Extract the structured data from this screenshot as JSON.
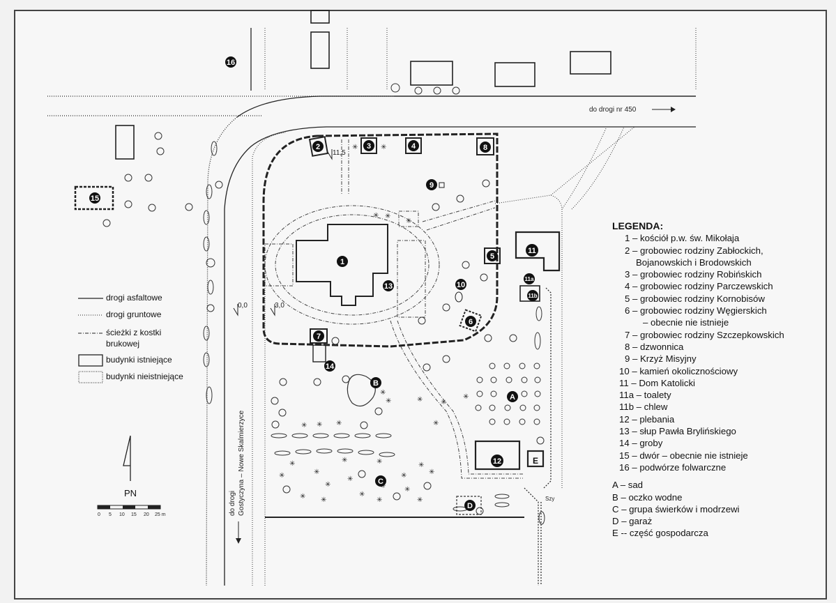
{
  "legend": {
    "title": "LEGENDA:",
    "items": [
      "1 – kościół p.w. św. Mikołaja",
      "2 – grobowiec rodziny Zabłockich,",
      "Bojanowskich i Brodowskich",
      "3 – grobowiec rodziny Robińskich",
      "4 – grobowiec rodziny Parczewskich",
      "5 – grobowiec rodziny Kornobisów",
      "6 – grobowiec rodziny Węgierskich",
      "– obecnie nie istnieje",
      "7 – grobowiec rodziny Szczepkowskich",
      "8 – dzwonnica",
      "9 – Krzyż Misyjny",
      "10 – kamień okolicznościowy",
      "11 – Dom Katolicki",
      "11a – toalety",
      "11b – chlew",
      "12 – plebania",
      "13 – słup Pawła Brylińskiego",
      "14 – groby",
      "15 – dwór – obecnie nie istnieje",
      "16 – podwórze folwarczne"
    ],
    "letters": [
      "A – sad",
      "B – oczko wodne",
      "C – grupa świerków i modrzewi",
      "D – garaż",
      "E -- część gospodarcza"
    ]
  },
  "keys": {
    "asphalt": "drogi asfaltowe",
    "dirt": "drogi gruntowe",
    "paths": "ścieżki z kostki",
    "paths2": "brukowej",
    "existing": "budynki istniejące",
    "nonexisting": "budynki nieistniejące"
  },
  "road_labels": {
    "east": "do drogi nr 450",
    "south_1": "do drogi",
    "south_2": "Gostyczyna – Nowe Skalmierzyce"
  },
  "elevations": [
    "11,5",
    "0,0",
    "3,0",
    "Szy"
  ],
  "north": "PN",
  "scale_ticks": [
    "0",
    "5",
    "10",
    "15",
    "20",
    "25 m"
  ],
  "markers": {
    "m1": "1",
    "m2": "2",
    "m3": "3",
    "m4": "4",
    "m5": "5",
    "m6": "6",
    "m7": "7",
    "m8": "8",
    "m9": "9",
    "m10": "10",
    "m11": "11",
    "m11a": "11a",
    "m11b": "11b",
    "m12": "12",
    "m13": "13",
    "m14": "14",
    "m15": "15",
    "m16": "16",
    "mA": "A",
    "mB": "B",
    "mC": "C",
    "mD": "D",
    "mE": "E"
  }
}
